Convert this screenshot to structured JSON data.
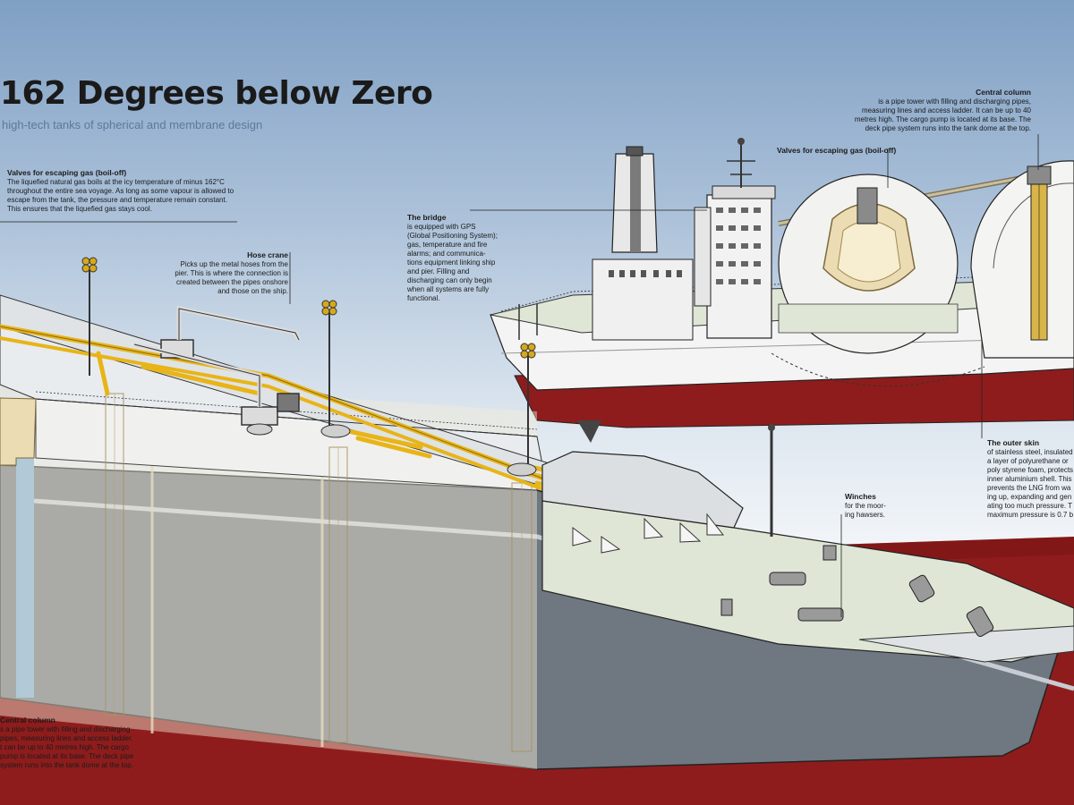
{
  "title": "162 Degrees below Zero",
  "subtitle": "high-tech tanks of spherical and membrane design",
  "annotations": {
    "valves_left": {
      "heading": "Valves for escaping gas (boil-off)",
      "body": "The liquefied natural gas boils at the icy temperature of minus 162°C\nthroughout the entire sea voyage. As long as some vapour is allowed to\nescape from the tank, the pressure and temperature remain constant.\nThis ensures that the liquefied gas stays cool."
    },
    "hose_crane": {
      "heading": "Hose crane",
      "body": "Picks up the metal hoses from the\npier. This is where the connection is\ncreated between the pipes onshore\nand those on the ship."
    },
    "bridge": {
      "heading": "The bridge",
      "body": "is equipped with GPS\n(Global Positioning System);\ngas, temperature and fire\nalarms; and communica-\ntions equipment linking ship\nand pier. Filling and\ndischarging can only begin\nwhen all systems are fully\nfunctional."
    },
    "central_column_top": {
      "heading": "Central column",
      "body": "is a pipe tower with filling and discharging pipes,\nmeasuring lines and access ladder. It can be up to 40\nmetres high. The cargo pump is located at its base. The\ndeck pipe system runs into the tank dome at the top."
    },
    "valves_right": {
      "heading": "Valves for escaping gas (boil-off)"
    },
    "outer_skin": {
      "heading": "The outer skin",
      "body": "of stainless steel, insulated\na layer of polyurethane or\npoly styrene foam, protects\ninner aluminium shell. This\nprevents the LNG from wa\ning up, expanding and gen\nating too much pressure. T\nmaximum pressure is 0.7 b"
    },
    "winches": {
      "heading": "Winches",
      "body": "for the moor-\ning hawsers."
    },
    "central_column_bottom": {
      "heading": "Central column",
      "body": "s a pipe tower with filling and discharging\npipes, measuring lines and access ladder.\nt can be up to 40 metres high. The cargo\npump is located at its base. The deck pipe\nsystem runs into the tank dome at the top."
    }
  },
  "colors": {
    "hull_grey": "#6f7780",
    "hull_red": "#8f1c1c",
    "deck": "#dfe6d6",
    "pipe_yellow": "#e8b417",
    "tank_cream": "#ecdcb4"
  }
}
